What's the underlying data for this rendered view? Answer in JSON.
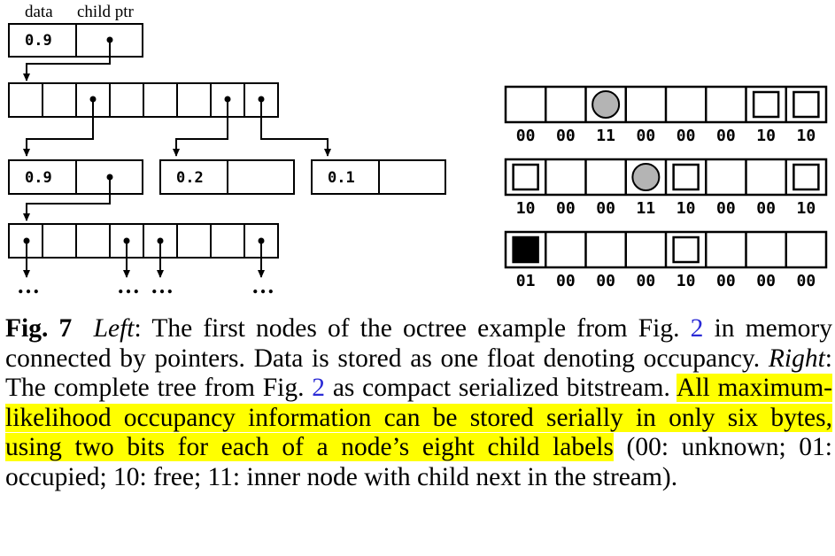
{
  "diagram_left": {
    "header_labels": [
      "data",
      "child ptr"
    ],
    "root_value": "0.9",
    "level1_values": [
      "0.9",
      "0.2",
      "0.1"
    ],
    "ellipsis": "…"
  },
  "diagram_right": {
    "rows": [
      {
        "cells": [
          "empty",
          "empty",
          "circle",
          "empty",
          "empty",
          "empty",
          "square",
          "square"
        ],
        "bits": [
          "00",
          "00",
          "11",
          "00",
          "00",
          "00",
          "10",
          "10"
        ]
      },
      {
        "cells": [
          "square",
          "empty",
          "empty",
          "circle",
          "square",
          "empty",
          "empty",
          "square"
        ],
        "bits": [
          "10",
          "00",
          "00",
          "11",
          "10",
          "00",
          "00",
          "10"
        ]
      },
      {
        "cells": [
          "filled",
          "empty",
          "empty",
          "empty",
          "square",
          "empty",
          "empty",
          "empty"
        ],
        "bits": [
          "01",
          "00",
          "00",
          "00",
          "10",
          "00",
          "00",
          "00"
        ]
      }
    ],
    "colors": {
      "circle_fill": "#b4b4b4",
      "occupied_fill": "#000000"
    }
  },
  "caption": {
    "fig_label": "Fig. 7",
    "left_label": "Left",
    "text1": ": The first nodes of the octree example from Fig. ",
    "ref1": "2",
    "text2": " in memory connected by pointers. Data is stored as one float denoting occupancy. ",
    "right_label": "Right",
    "text3": ": The complete tree from Fig. ",
    "ref2": "2",
    "text4": " as compact serialized bitstream. ",
    "highlight": "All maximum-likelihood occupancy information can be stored serially in only six bytes, using two bits for each of a node’s eight child labels",
    "text5": " (00: unknown; 01: occupied; 10: free; 11: inner node with child next in the stream).",
    "highlight_color": "#ffff00"
  }
}
